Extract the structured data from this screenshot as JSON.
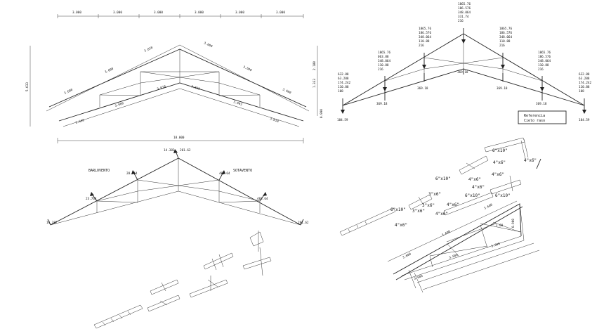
{
  "truss1": {
    "top_dims": [
      "3.000",
      "3.000",
      "3.000",
      "3.000",
      "3.000",
      "3.000"
    ],
    "bottom_dim": "18.000",
    "height_dim": "5.033",
    "member_labels": [
      "3.600",
      "3.000",
      "3.018",
      "3.000",
      "3.600",
      "3.600",
      "3.000",
      "3.018",
      "3.600",
      "3.003",
      "3.600",
      "3.018",
      "3.660",
      "3.018",
      "3.603",
      "3.003"
    ]
  },
  "truss2": {
    "side_dims": [
      "2.180",
      "1.333",
      "0.990"
    ],
    "apex_stack": [
      "1865.76",
      "186.576",
      "348.064",
      "331.74",
      "216"
    ],
    "node_stack": [
      "1865.76",
      "186.576",
      "348.064",
      "110.88",
      "216"
    ],
    "mid_stack": [
      "1865.76",
      "063.88",
      "348.064",
      "110.88",
      "216"
    ],
    "end_stack": [
      "632.88",
      "63.288",
      "174.242",
      "110.88",
      "108"
    ],
    "bottom_values": [
      "184.59",
      "369.18",
      "369.18",
      "369.18",
      "369.18",
      "369.18",
      "184.59"
    ],
    "legend": [
      "Referencia",
      "Cielo raso"
    ]
  },
  "truss3": {
    "apex_values": [
      "14.382",
      "201.62"
    ],
    "left_title": "BARLOVENTO",
    "right_title": "SOTAVENTO",
    "node_values": [
      "23.764",
      "28.764",
      "403.64",
      "403.64"
    ],
    "end_values": [
      "14.382",
      "201.62"
    ]
  },
  "detail": {
    "sections": [
      "6\"x10\"",
      "4\"x6\"",
      "6\"x10\"",
      "4\"x6\"",
      "4\"x6\"",
      "4\"x6\"",
      "3\"x6\"",
      "3\"x6\"",
      "6\"x10\"",
      "4\"x6\"",
      "3\"x6\"",
      "4\"x6\"",
      "6\"x10\"",
      "6\"x10\"",
      "4\"x6\""
    ],
    "lengths": [
      "3.600",
      "0.900",
      "1.00",
      "3.600",
      "3.600",
      "3.600",
      "3.600"
    ]
  }
}
